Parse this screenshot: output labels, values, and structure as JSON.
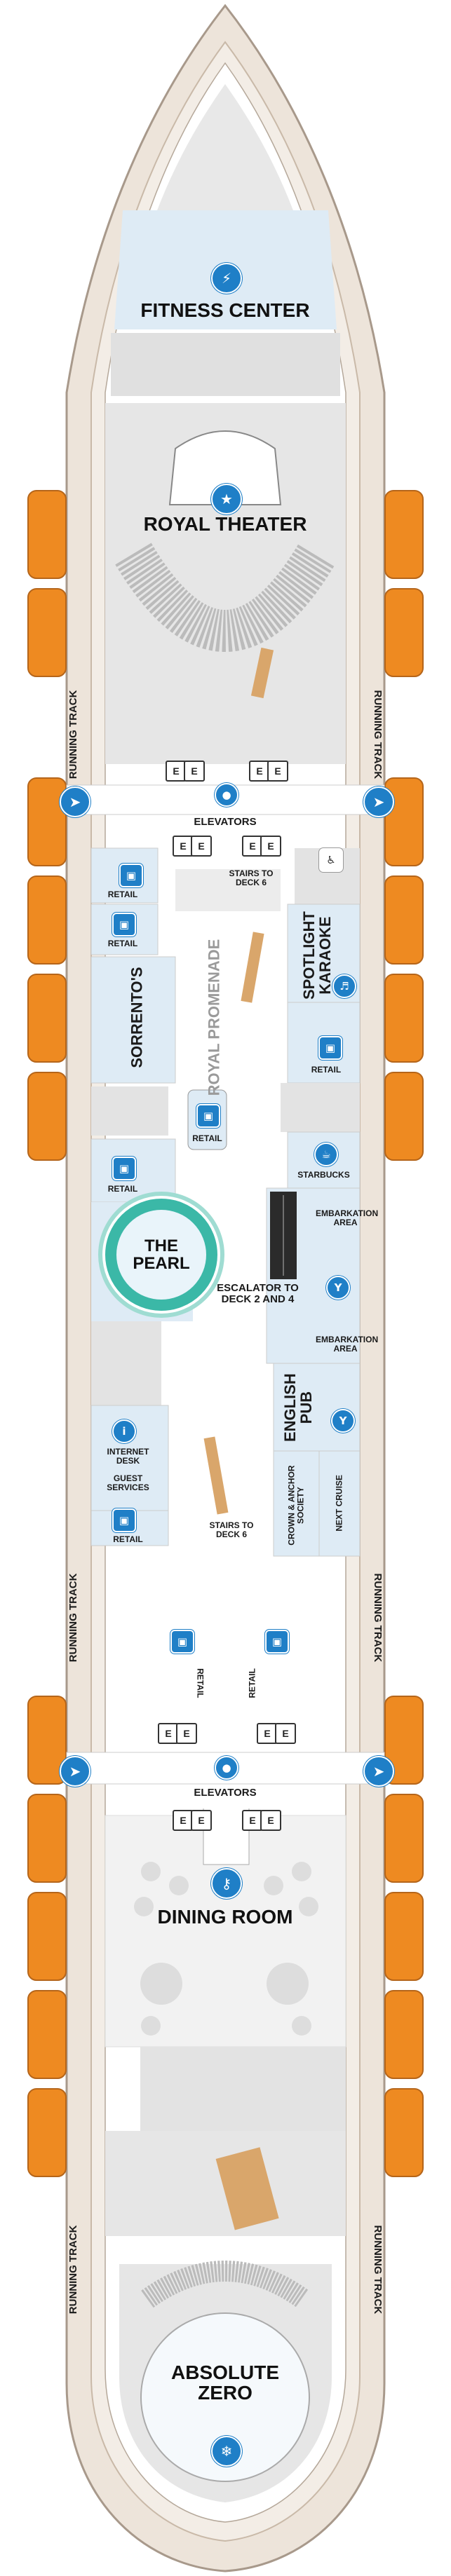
{
  "labels": {
    "fitness_center": "FITNESS CENTER",
    "royal_theater": "ROYAL THEATER",
    "running_track": "RUNNING TRACK",
    "elevators": "ELEVATORS",
    "retail": "RETAIL",
    "sorrentos": "SORRENTO'S",
    "royal_promenade": "ROYAL PROMENADE",
    "stairs_to_deck_6": "STAIRS TO DECK 6",
    "spotlight_karaoke": "SPOTLIGHT KARAOKE",
    "starbucks": "STARBUCKS",
    "embarkation_area": "EMBARKATION AREA",
    "the_pearl": "THE PEARL",
    "escalator_to_deck": "ESCALATOR TO DECK 2 AND 4",
    "english_pub": "ENGLISH PUB",
    "internet_desk": "INTERNET DESK",
    "guest_services": "GUEST SERVICES",
    "crown_anchor": "CROWN & ANCHOR SOCIETY",
    "next_cruise": "NEXT CRUISE",
    "dining_room": "DINING ROOM",
    "absolute_zero": "ABSOLUTE ZERO",
    "elevator_letter": "E"
  },
  "colors": {
    "hull": "#ede4da",
    "deck_floor": "#ffffff",
    "rooms": "#e6e6e6",
    "venue_blue": "#deebf5",
    "lifeboat": "#ee8a21",
    "icon_blue": "#1f7fc7",
    "pearl_ring": "#3bb8a7",
    "track_border": "#c9b9a8",
    "stair_tan": "#d9a66b"
  },
  "icons": [
    "fitness-icon",
    "theater-icon",
    "retail-bag-icon",
    "dining-icon",
    "cocktail-icon",
    "coffee-icon",
    "info-icon",
    "karaoke-icon",
    "running-icon",
    "wheelchair-icon",
    "restroom-icon",
    "ice-skating-icon"
  ]
}
